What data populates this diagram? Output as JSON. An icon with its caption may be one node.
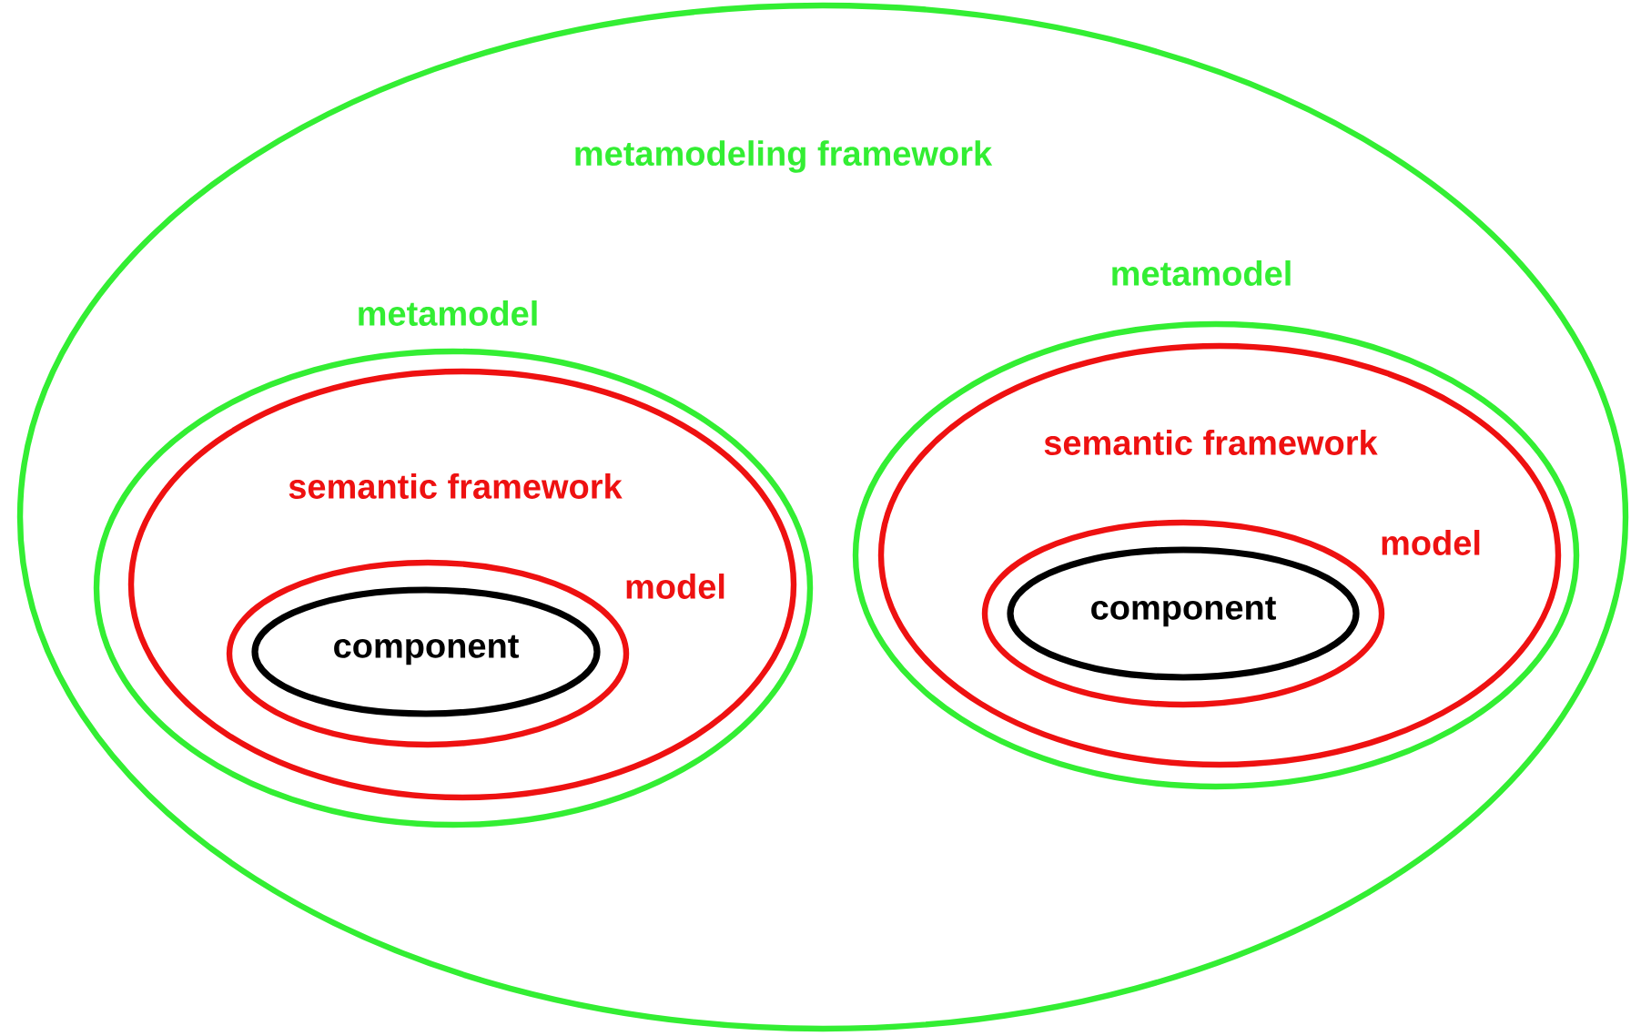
{
  "diagram": {
    "nodes": [
      {
        "text": [
          "metamodeling framework"
        ]
      },
      {
        "text": [
          "metamodel"
        ],
        "in": 0
      },
      {
        "text": [
          "semantic framework"
        ],
        "in": 1
      },
      {
        "text": [
          "model"
        ],
        "in": 2
      },
      {
        "text": [
          "component"
        ],
        "in": 3
      },
      {
        "text": [
          "metamodel"
        ],
        "in": 0
      },
      {
        "text": [
          "semantic framework"
        ],
        "in": 5
      },
      {
        "text": [
          "model"
        ],
        "in": 6
      },
      {
        "text": [
          "component"
        ],
        "in": 7
      }
    ]
  }
}
